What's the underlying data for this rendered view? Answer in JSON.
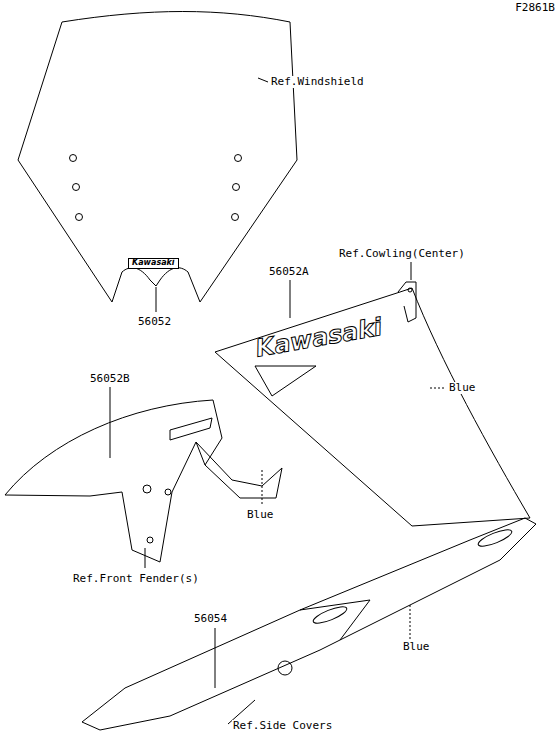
{
  "diagram": {
    "labels": [
      "F2861B",
      "Ref.Windshield",
      "Kawasaki",
      "56052",
      "Ref.Cowling(Center)",
      "56052A",
      "Kawasaki",
      "Blue",
      "56052B",
      "Blue",
      "Ref.Front Fender(s)",
      "56054",
      "Blue",
      "Ref.Side Covers"
    ]
  }
}
